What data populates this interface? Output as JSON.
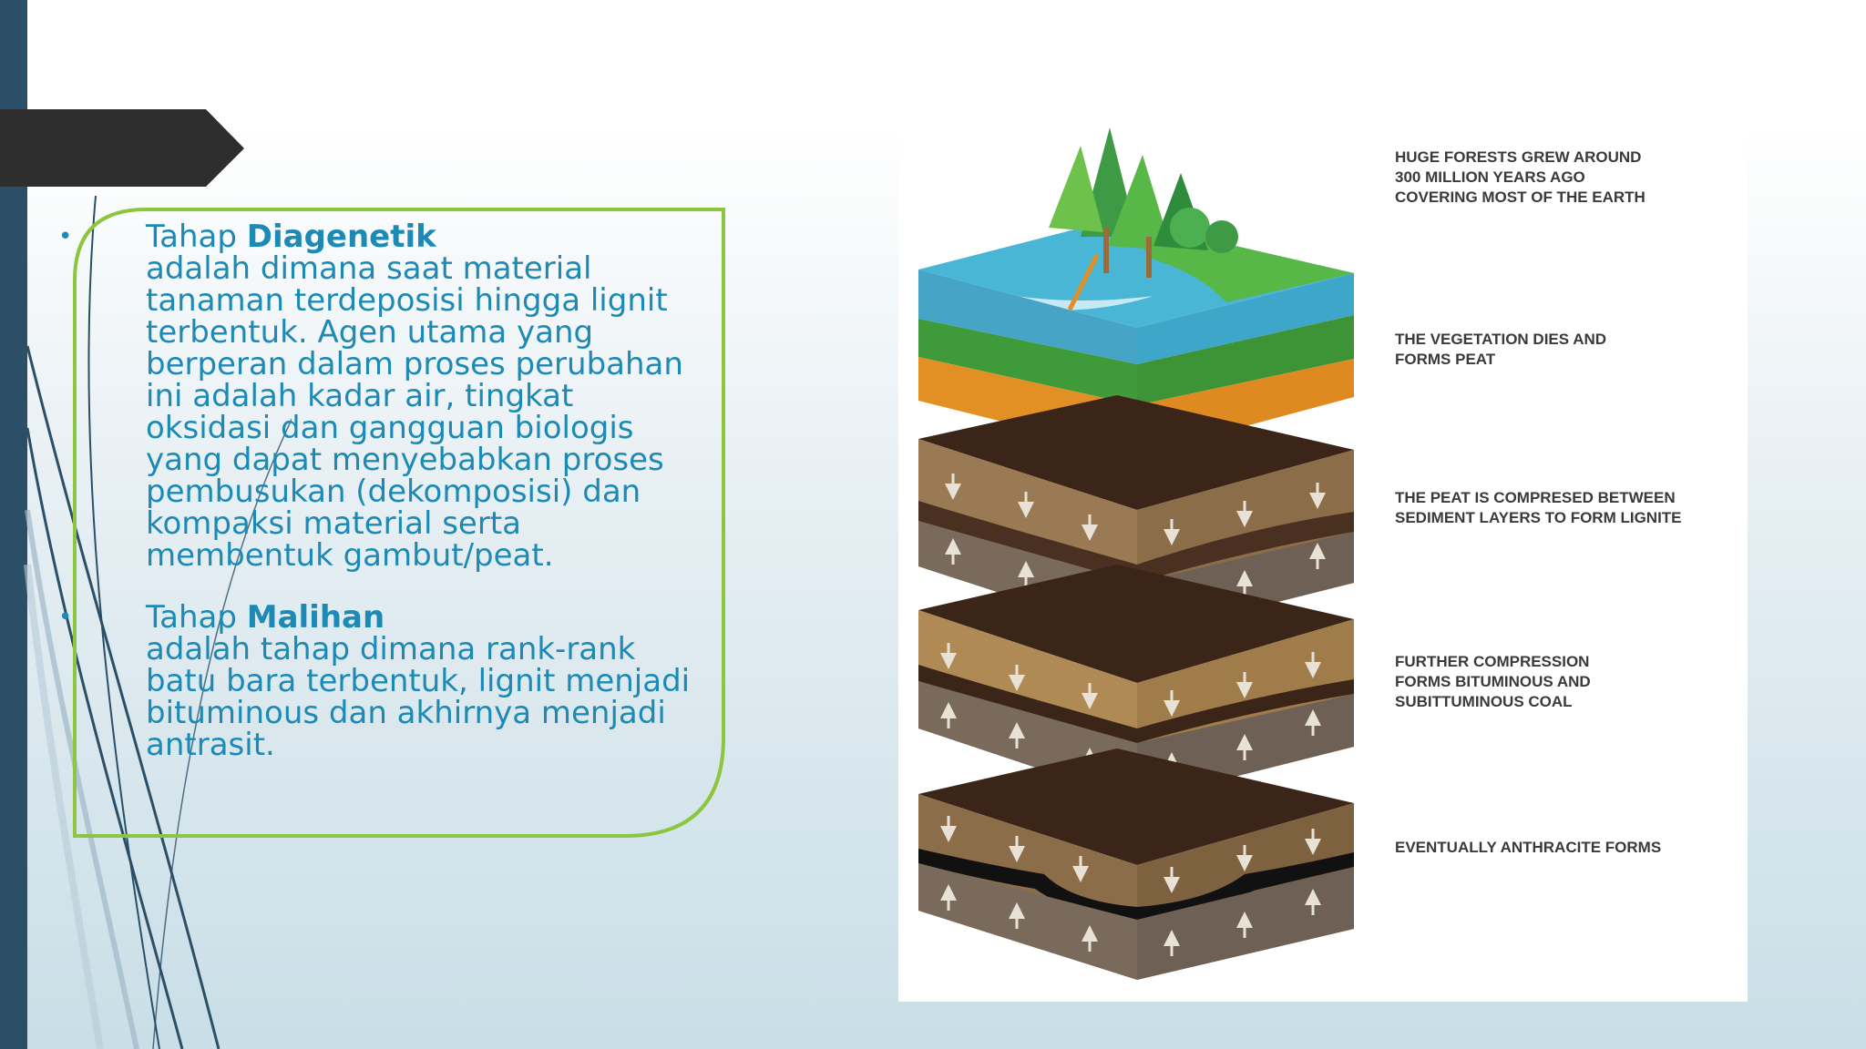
{
  "slide": {
    "bullets": [
      {
        "marker": "•",
        "prefix": "Tahap ",
        "term": "Diagenetik",
        "body": "adalah dimana saat material tanaman terdeposisi hingga lignit terbentuk. Agen utama yang berperan dalam proses perubahan ini adalah kadar air, tingkat oksidasi dan gangguan biologis yang dapat menyebabkan proses pembusukan (dekomposisi) dan kompaksi material serta membentuk gambut/peat."
      },
      {
        "marker": "•",
        "prefix": "Tahap ",
        "term": "Malihan",
        "body": "adalah tahap dimana rank-rank batu bara terbentuk, lignit menjadi bituminous dan akhirnya menjadi antrasit."
      }
    ]
  },
  "figure": {
    "labels": [
      "HUGE FORESTS GREW AROUND\n300 MILLION YEARS AGO\nCOVERING MOST OF THE EARTH",
      "THE VEGETATION DIES AND\nFORMS PEAT",
      "THE PEAT IS COMPRESED BETWEEN\nSEDIMENT LAYERS TO FORM LIGNITE",
      "FURTHER COMPRESSION\nFORMS BITUMINOUS AND\nSUBITTUMINOUS COAL",
      "EVENTUALLY ANTHRACITE FORMS"
    ]
  },
  "colors": {
    "accent_text": "#1d8ab5",
    "frame_green": "#8cc63f",
    "left_bar": "#2b4f66",
    "title_tab": "#2e2e2e"
  }
}
